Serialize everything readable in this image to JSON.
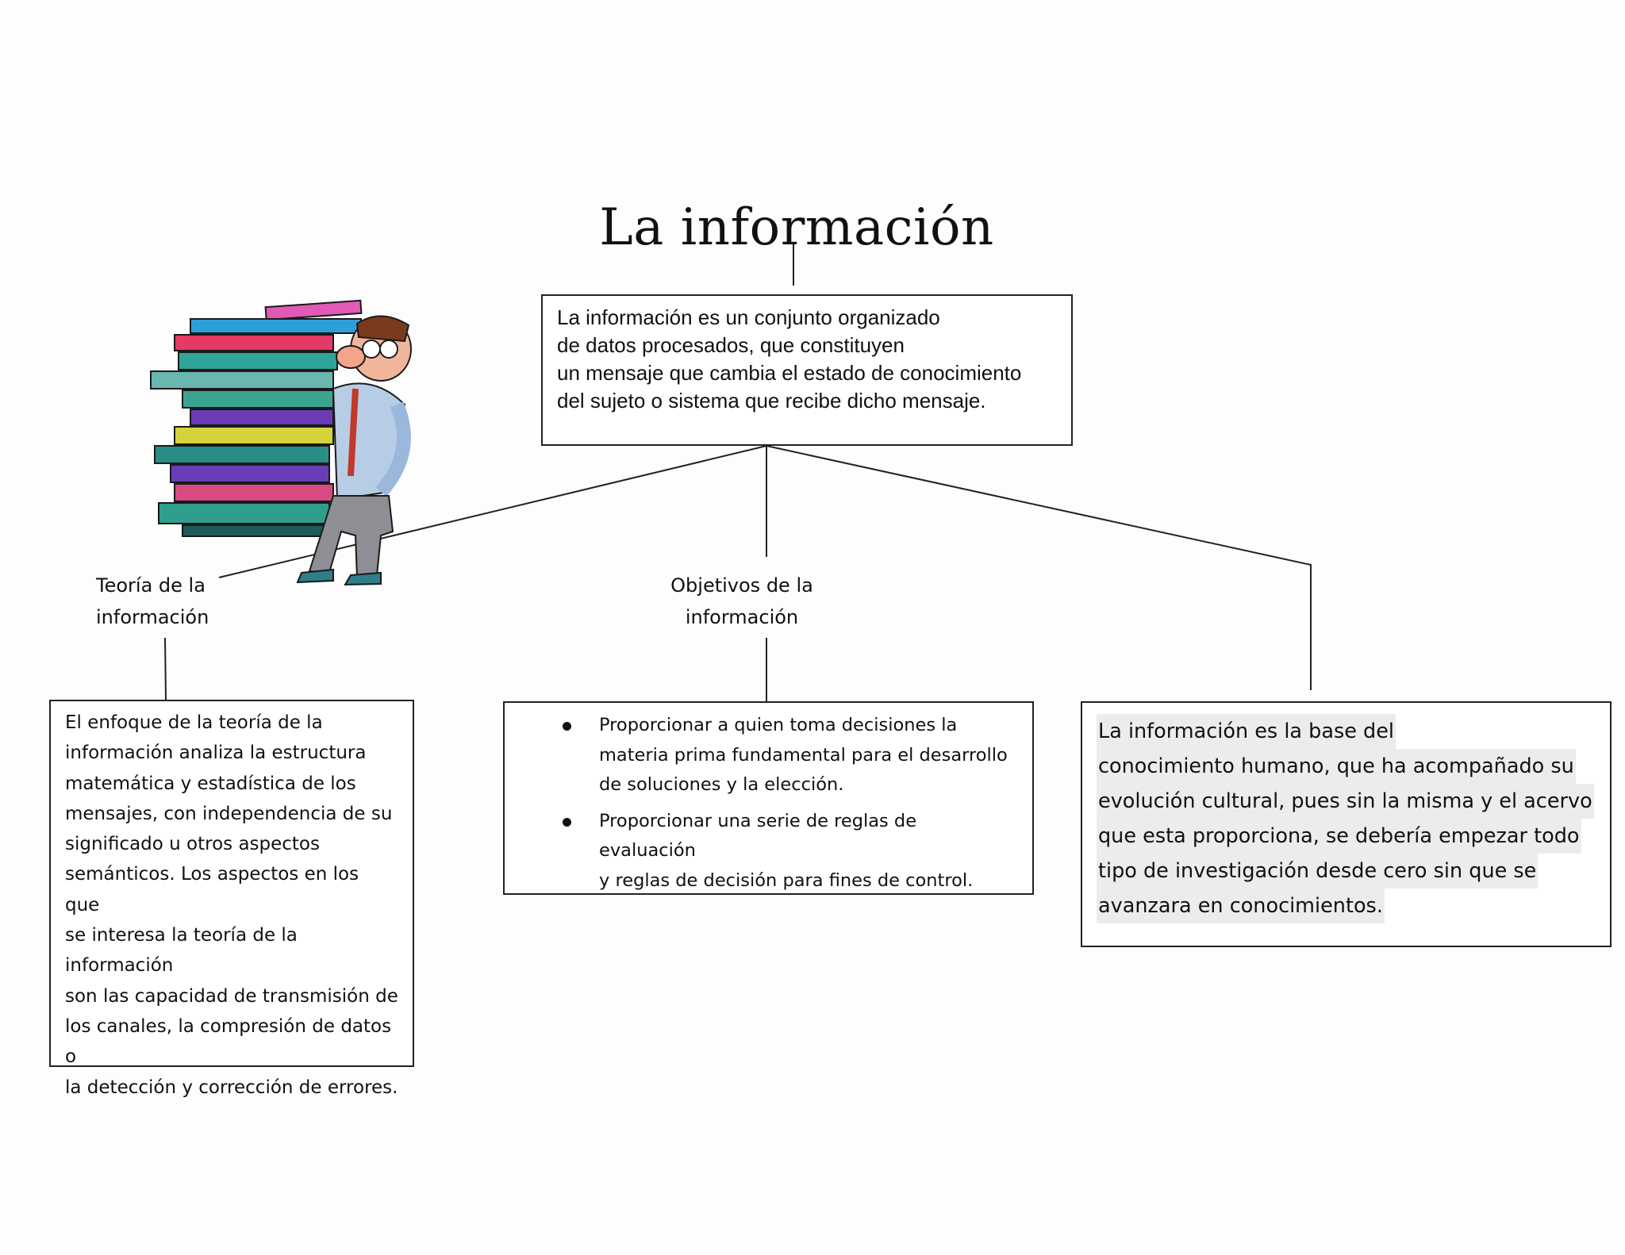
{
  "title": "La información",
  "main": {
    "lines": [
      "La información es un conjunto organizado",
      "de datos procesados, que constituyen",
      "un mensaje que cambia el estado de conocimiento",
      "del sujeto o sistema que recibe dicho mensaje."
    ]
  },
  "branches": {
    "left": {
      "label_lines": [
        "Teoría de la",
        "información"
      ],
      "lines": [
        "El enfoque  de la teoría de la",
        "información  analiza la estructura",
        "matemática y estadística de los",
        "mensajes, con independencia  de su",
        "significado  u otros aspectos",
        "semánticos.  Los aspectos en los que",
        "se interesa la teoría de la información",
        "son las capacidad de transmisión  de",
        "los canales, la compresión  de datos o",
        "la detección y corrección de errores."
      ]
    },
    "middle": {
      "label_lines": [
        "Objetivos de la",
        "información"
      ],
      "bullets": [
        {
          "lines": [
            "Proporcionar  a quien toma decisiones  la",
            "materia prima fundamental para el desarrollo",
            "de soluciones  y la elección."
          ]
        },
        {
          "lines": [
            " Proporcionar  una serie de reglas de evaluación",
            "y reglas de decisión  para fines de control."
          ]
        }
      ]
    },
    "right": {
      "lines": [
        "La información  es la base del",
        "conocimiento  humano,  que ha acompañado su",
        "evolución cultural, pues sin la misma y el acervo",
        "que esta proporciona,  se debería empezar todo",
        "tipo de investigación desde cero sin que se",
        "avanzara en conocimientos."
      ]
    }
  },
  "illustration": {
    "icon": "person-carrying-binders-icon"
  }
}
